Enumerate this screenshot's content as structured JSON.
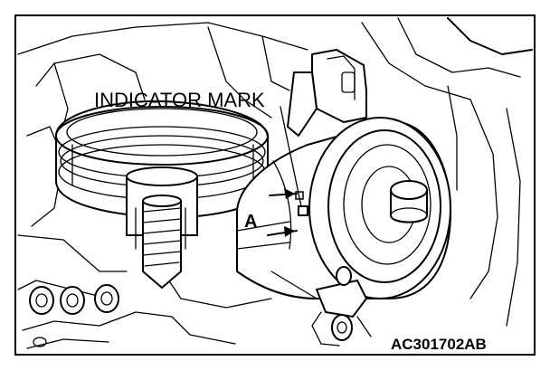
{
  "figure": {
    "labels": {
      "indicator": "INDICATOR MARK",
      "angle": "A",
      "code": "AC301702AB"
    }
  },
  "colors": {
    "ink": "#000000",
    "paper": "#ffffff"
  }
}
